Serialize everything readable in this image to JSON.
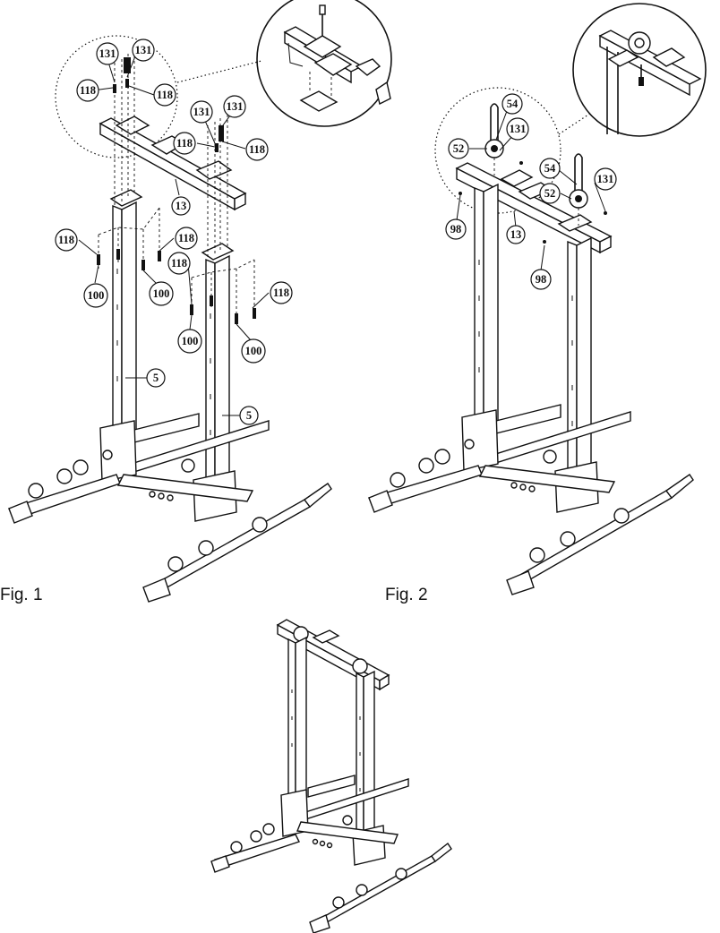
{
  "figures": [
    {
      "label": "Fig. 1",
      "callouts": [
        "131",
        "131",
        "118",
        "118",
        "131",
        "131",
        "118",
        "118",
        "13",
        "118",
        "118",
        "118",
        "118",
        "100",
        "100",
        "100",
        "100",
        "5",
        "5"
      ]
    },
    {
      "label": "Fig. 2",
      "callouts": [
        "54",
        "131",
        "52",
        "98",
        "13",
        "54",
        "52",
        "131",
        "98"
      ]
    },
    {
      "label": "",
      "callouts": []
    }
  ]
}
